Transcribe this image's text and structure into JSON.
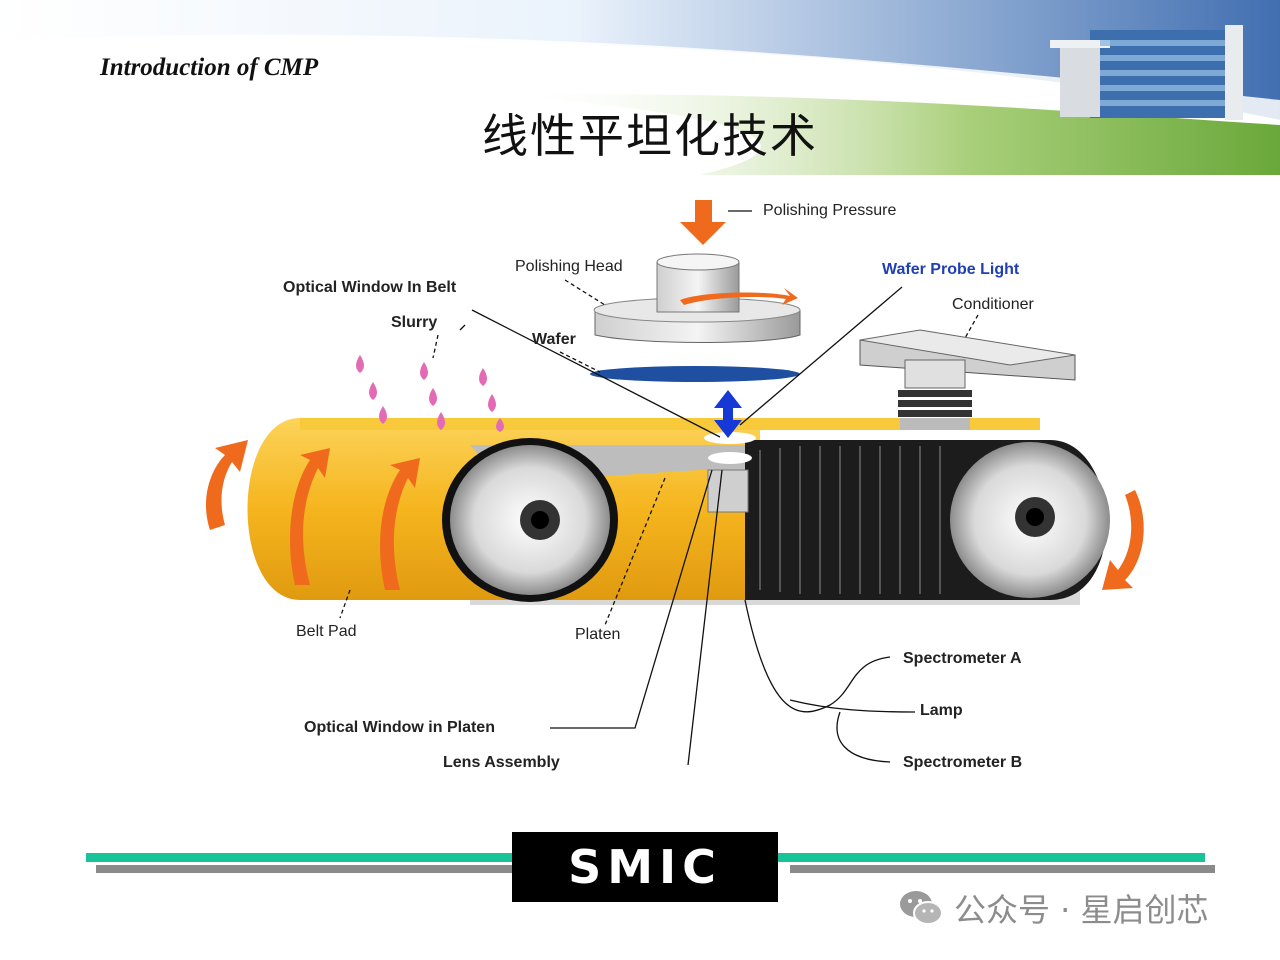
{
  "header": {
    "subtitle": "Introduction of CMP",
    "title": "线性平坦化技术"
  },
  "diagram": {
    "labels": {
      "polishing_pressure": "Polishing Pressure",
      "polishing_head": "Polishing Head",
      "wafer_probe_light": "Wafer Probe Light",
      "optical_window_belt": "Optical Window In Belt",
      "conditioner": "Conditioner",
      "slurry": "Slurry",
      "wafer": "Wafer",
      "belt_pad": "Belt Pad",
      "platen": "Platen",
      "spectrometer_a": "Spectrometer A",
      "lamp": "Lamp",
      "spectrometer_b": "Spectrometer B",
      "optical_window_platen": "Optical Window in Platen",
      "lens_assembly": "Lens Assembly"
    },
    "colors": {
      "belt": "#f5b51e",
      "arrow": "#f06a1e",
      "slurry": "#e36bb5",
      "wafer": "#1e4fa0",
      "probe": "#1538d6",
      "label_blue": "#1f3fb5"
    }
  },
  "footer": {
    "logo": "SMIC",
    "watermark": "公众号 · 星启创芯",
    "colors": {
      "green": "#19c39a",
      "gray": "#8a8a8a"
    }
  }
}
